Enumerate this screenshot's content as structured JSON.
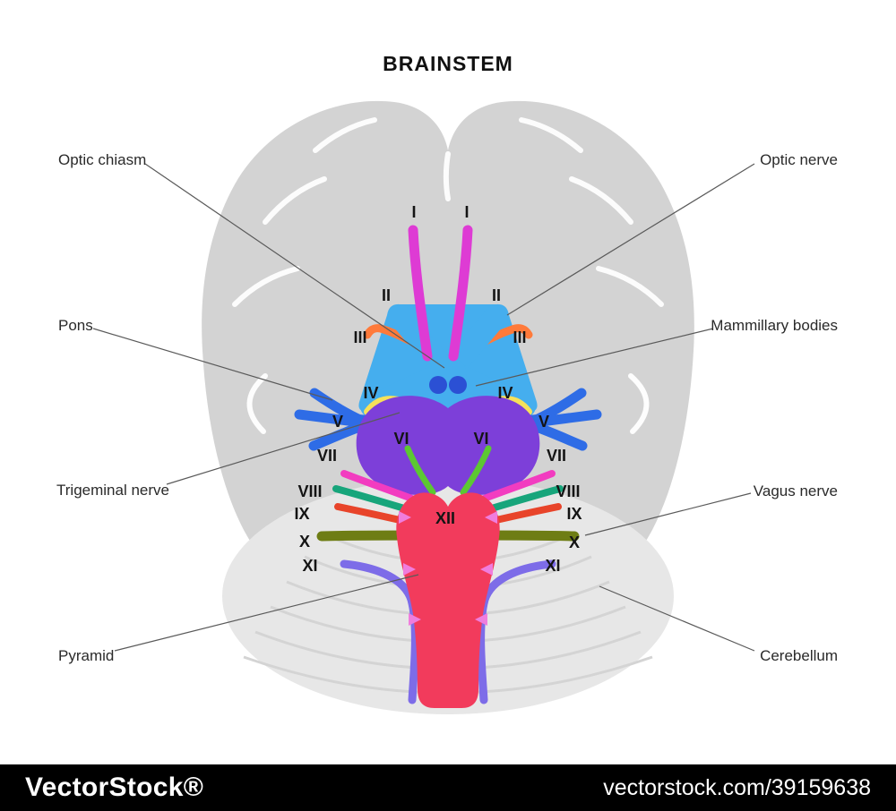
{
  "title": "BRAINSTEM",
  "labels": {
    "optic_chiasm": "Optic chiasm",
    "optic_nerve": "Optic nerve",
    "pons": "Pons",
    "mammillary_bodies": "Mammillary bodies",
    "trigeminal_nerve": "Trigeminal nerve",
    "vagus_nerve": "Vagus nerve",
    "pyramid": "Pyramid",
    "cerebellum": "Cerebellum"
  },
  "numerals": {
    "I": "I",
    "II": "II",
    "III": "III",
    "IV": "IV",
    "V": "V",
    "VI": "VI",
    "VII": "VII",
    "VIII": "VIII",
    "IX": "IX",
    "X": "X",
    "XI": "XI",
    "XII": "XII"
  },
  "footer": {
    "brand": "VectorStock®",
    "credit": "vectorstock.com/39159638"
  },
  "colors": {
    "cerebrum": "#d3d3d3",
    "cerebellum": "#e7e7e7",
    "sulci": "#ffffff",
    "olfactory_tract_I": "#de3bd4",
    "optic_II": "#45aeee",
    "oculomotor_III": "#ff7a3a",
    "trochlear_IV": "#f6e15a",
    "trigeminal_V": "#2e6ce6",
    "abducens_VI": "#5cc832",
    "facial_VII": "#f23cc0",
    "vestibulocochlear_VIII": "#17a57b",
    "glossopharyngeal_IX": "#e8442a",
    "vagus_X": "#6e7d14",
    "accessory_XI": "#7d6ce8",
    "pons_body": "#7d3fd9",
    "medulla_pyramid": "#f23b5c",
    "mammillary": "#2b50d4",
    "markers": "#f07ddd",
    "leader_line": "#5a5a5a",
    "footer_bg": "#000000"
  }
}
